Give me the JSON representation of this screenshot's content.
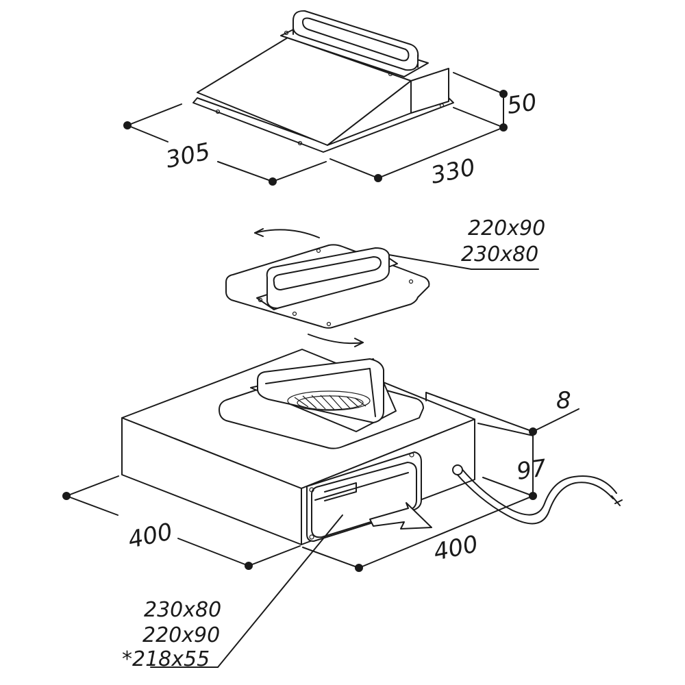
{
  "top_unit": {
    "width_label": "305",
    "depth_label": "330",
    "height_label": "50"
  },
  "adapter_plate": {
    "label_line1": "220x90",
    "label_line2": "230x80"
  },
  "bottom_unit": {
    "width_label": "400",
    "depth_label": "400",
    "top_offset_label": "8",
    "height_label": "97",
    "outlet_line1": "230x80",
    "outlet_line2": "220x90",
    "outlet_line3": "*218x55"
  }
}
